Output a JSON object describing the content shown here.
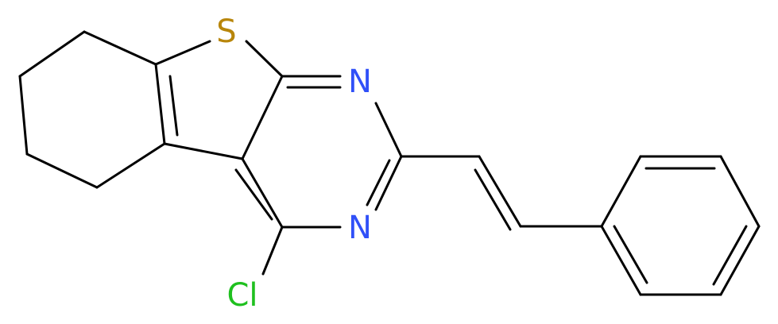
{
  "molecule": {
    "atom_labels": {
      "sulfur": "S",
      "nitrogen_top": "N",
      "nitrogen_bottom": "N",
      "chlorine": "Cl"
    },
    "colors": {
      "bond": "#000000",
      "sulfur": "#B8860B",
      "nitrogen": "#3050F8",
      "chlorine": "#1FC01F"
    }
  }
}
